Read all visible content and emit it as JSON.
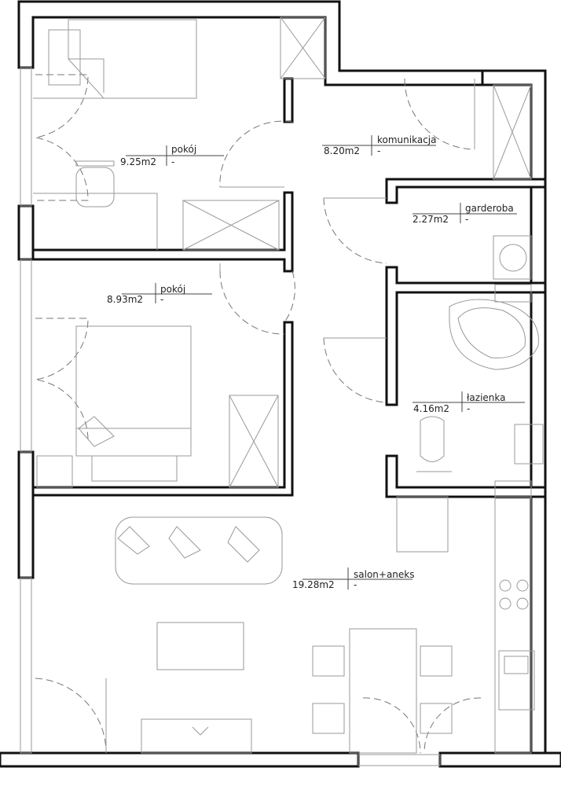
{
  "rooms": [
    {
      "name": "pokój",
      "area": "9.25m2",
      "note": "-"
    },
    {
      "name": "komunikacja",
      "area": "8.20m2",
      "note": "-"
    },
    {
      "name": "garderoba",
      "area": "2.27m2",
      "note": "-"
    },
    {
      "name": "pokój",
      "area": "8.93m2",
      "note": "-"
    },
    {
      "name": "łazienka",
      "area": "4.16m2",
      "note": "-"
    },
    {
      "name": "salon+aneks",
      "area": "19.28m2",
      "note": "-"
    }
  ],
  "colors": {
    "wall": "#111111",
    "furniture": "#999999",
    "background": "#ffffff"
  }
}
